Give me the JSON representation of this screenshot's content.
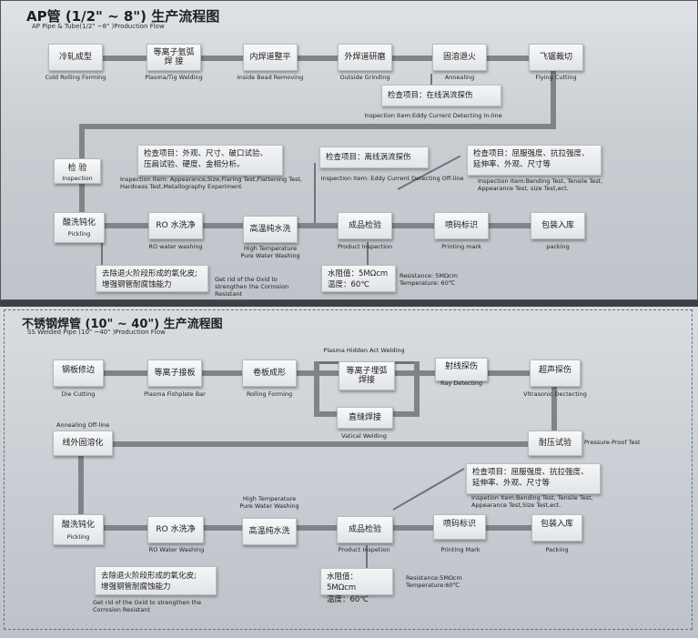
{
  "top": {
    "title": "AP管 (1/2\" ~ 8\") 生产流程图",
    "subtitle": "AP Pipe & Tube(1/2\" ~8\" )Production Flow",
    "row1": [
      {
        "cn": "冷轧成型",
        "en": "Cold Rolling Forming"
      },
      {
        "cn": "等离子氩弧\n焊  接",
        "en": "Plasma/Tig Welding"
      },
      {
        "cn": "内焊道整平",
        "en": "Inside Bead Removing"
      },
      {
        "cn": "外焊道研磨",
        "en": "Outside Grinding"
      },
      {
        "cn": "固溶退火",
        "en": "Annealing"
      },
      {
        "cn": "飞锯裁切",
        "en": "Flying Cutting"
      }
    ],
    "eddy_note": {
      "cn": "检查项目：在线涡流探伤",
      "en": "Inspection Item:Eddy Current Detecting In-line"
    },
    "inspection": {
      "cn": "检  验",
      "en": "Inspection"
    },
    "insp_note": {
      "cn": "检查项目：外观、尺寸、破口试验、\n压扁试验、硬度、金相分析。",
      "en": "Inspection Item: Appearance,Size,Flaring Test,Flattening Test,\nHardness Test,Metallography Experiment"
    },
    "offline_note": {
      "cn": "检查项目：离线涡流探伤",
      "en": "Inspection Item: Eddy Current Detecting Off-line"
    },
    "mech_note": {
      "cn": "检查项目：屈服强度、抗拉强度、\n延伸率、外观、尺寸等",
      "en": "Inspection Item:Bending Test, Tensile Test,\nAppearance Test, size Test,ect."
    },
    "row3": [
      {
        "cn": "酸洗钝化",
        "en": "Pickling"
      },
      {
        "cn": "RO 水洗净",
        "en": "RO water washing"
      },
      {
        "cn": "高温纯水洗",
        "en": "High Temperature\nPure Water Washing"
      },
      {
        "cn": "成品检验",
        "en": "Product Inspection"
      },
      {
        "cn": "喷码标识",
        "en": "Printing mark"
      },
      {
        "cn": "包装入库",
        "en": "packing"
      }
    ],
    "oxid_note": {
      "cn": "去除退火阶段形成的氧化皮;\n增强钢管耐腐蚀能力",
      "en": "Get rid of the Oxid to\nstrengthen the Corrosion\nResistant"
    },
    "water_note": {
      "cn": "水阻值：5MΩcm\n温度：60℃",
      "en": "Resistance: 5MΩcm\nTemperature: 60℃"
    }
  },
  "bottom": {
    "title": "不锈钢焊管 (10\" ~ 40\") 生产流程图",
    "subtitle": "SS Welded Pipe (10\" ~40\" )Production Flow",
    "row1": [
      {
        "cn": "钢板修边",
        "en": "Die Cutting"
      },
      {
        "cn": "等离子接板",
        "en": "Plasma Fishplate Bar"
      },
      {
        "cn": "卷板成形",
        "en": "Rolling Forming"
      },
      {
        "cn": "等离子埋弧\n焊接",
        "en": "Plasma Hidden Act Welding"
      },
      {
        "cn": "射线探伤",
        "en": "Ray Detecting"
      },
      {
        "cn": "超声探伤",
        "en": "Vltrasonic Dectecting"
      }
    ],
    "vertical": {
      "cn": "直缝焊接",
      "en": "Vatical Welding"
    },
    "annealing": {
      "cn": "线外固溶化",
      "en": "Annealing Off-line"
    },
    "pressure": {
      "cn": "耐压试验",
      "en": "Pressure-Proof Test"
    },
    "mech_note": {
      "cn": "检查项目：屈服强度、抗拉强度、\n延伸率、外观、尺寸等",
      "en": "Inspetion Item:Bending Test, Tensile Test,\nAppearance Test,Size Test,ect."
    },
    "row3": [
      {
        "cn": "酸洗钝化",
        "en": "Pickling"
      },
      {
        "cn": "RO 水洗净",
        "en": "RO Water Washing"
      },
      {
        "cn": "高温纯水洗",
        "en": "High Temperature\nPure Water Washing"
      },
      {
        "cn": "成品检验",
        "en": "Product Inspetion"
      },
      {
        "cn": "喷码标识",
        "en": "Printing Mark"
      },
      {
        "cn": "包装入库",
        "en": "Packing"
      }
    ],
    "oxid_note": {
      "cn": "去除退火阶段形成的氧化皮;\n增强钢管耐腐蚀能力",
      "en": "Get rid of the Oxid to strengthen the\nCorrosion Resistant"
    },
    "water_note": {
      "cn": "水阻值：5MΩcm\n温度：60℃",
      "en": "Resistance:5MΩcm\nTemperature:60℃"
    }
  }
}
